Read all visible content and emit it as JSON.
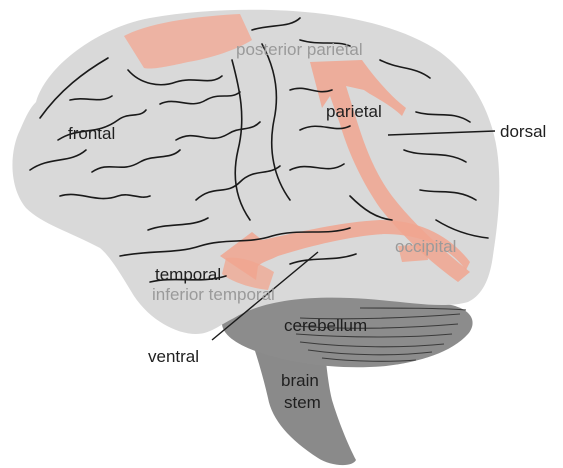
{
  "labels": {
    "frontal": "frontal",
    "posterior_parietal": "posterior parietal",
    "parietal": "parietal",
    "dorsal": "dorsal",
    "occipital": "occipital",
    "temporal": "temporal",
    "inferior_temporal": "inferior temporal",
    "cerebellum": "cerebellum",
    "ventral": "ventral",
    "brain_stem_line1": "brain",
    "brain_stem_line2": "stem"
  },
  "colors": {
    "cortex": "#d9d9d9",
    "cerebellum": "#8c8c8c",
    "brainstem": "#8a8a8a",
    "stream": "#f0a58f",
    "highlight": "#eeae9c",
    "sulci": "#1a1a1a"
  }
}
